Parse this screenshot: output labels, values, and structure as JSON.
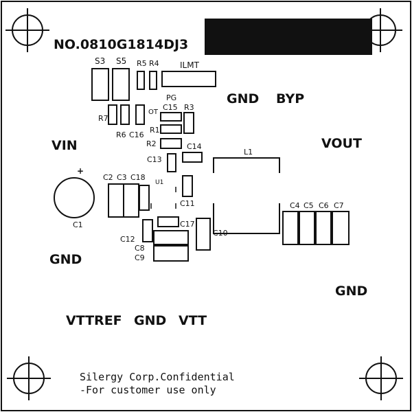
{
  "board_number": "NO.0810G1814DJ3",
  "big_labels": {
    "gnd_top": "GND",
    "byp": "BYP",
    "vin": "VIN",
    "vout": "VOUT",
    "gnd_left": "GND",
    "gnd_right": "GND",
    "vttref": "VTTREF",
    "gnd_bottom": "GND",
    "vtt": "VTT"
  },
  "component_labels": {
    "s3": "S3",
    "s5": "S5",
    "r5": "R5",
    "r4": "R4",
    "ilmt": "ILMT",
    "pg": "PG",
    "ot": "OT",
    "c15": "C15",
    "r3": "R3",
    "r7": "R7",
    "r6": "R6",
    "c16": "C16",
    "r1": "R1",
    "r2": "R2",
    "c14": "C14",
    "c13": "C13",
    "l1": "L1",
    "c2": "C2",
    "c3": "C3",
    "c18": "C18",
    "u1": "U1",
    "c11": "C11",
    "c1": "C1",
    "c1_plus": "+",
    "c17": "C17",
    "c10": "C10",
    "c12": "C12",
    "c8": "C8",
    "c9": "C9",
    "c4": "C4",
    "c5": "C5",
    "c6": "C6",
    "c7": "C7"
  },
  "footer": {
    "line1": "Silergy Corp.Confidential",
    "line2": "-For customer use only"
  },
  "colors": {
    "ink": "#111111",
    "background": "#ffffff"
  }
}
